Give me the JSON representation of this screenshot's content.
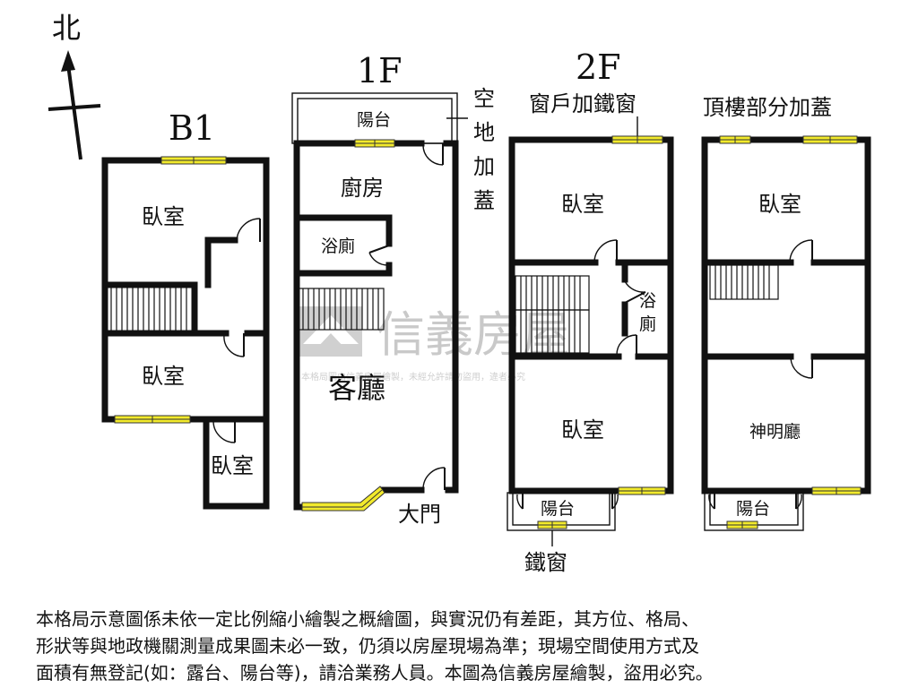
{
  "compass": {
    "north_label": "北"
  },
  "floors": {
    "b1": {
      "title": "B1",
      "rooms": {
        "bedroom_top": "臥室",
        "bedroom_mid": "臥室",
        "bedroom_small": "臥室"
      }
    },
    "f1": {
      "title": "1F",
      "rooms": {
        "balcony": "陽台",
        "kitchen": "廚房",
        "bathroom": "浴廁",
        "living": "客廳"
      },
      "notes": {
        "empty_lot_1": "空",
        "empty_lot_2": "地",
        "empty_lot_3": "加",
        "empty_lot_4": "蓋",
        "main_door": "大門"
      }
    },
    "f2": {
      "title": "2F",
      "notes": {
        "window_iron": "窗戶加鐵窗",
        "iron_window": "鐵窗"
      },
      "rooms": {
        "bedroom_top": "臥室",
        "bath_1": "浴",
        "bath_2": "廁",
        "bedroom_bottom": "臥室",
        "balcony": "陽台"
      }
    },
    "roof": {
      "title": "頂樓部分加蓋",
      "rooms": {
        "bedroom": "臥室",
        "shrine": "神明廳",
        "balcony": "陽台"
      }
    }
  },
  "watermark": {
    "brand": "信義房屋",
    "notice": "本格局圖由信義房屋繪製，未經允許請勿盜用，違者必究"
  },
  "disclaimer": {
    "line1": "本格局示意圖係未依一定比例縮小繪製之概繪圖，與實況仍有差距，其方位、格局、",
    "line2": "形狀等與地政機關測量成果圖未必一致，仍須以房屋現場為準；現場空間使用方式及",
    "line3": "面積有無登記(如：露台、陽台等)，請洽業務人員。本圖為信義房屋繪製，盜用必究。"
  }
}
